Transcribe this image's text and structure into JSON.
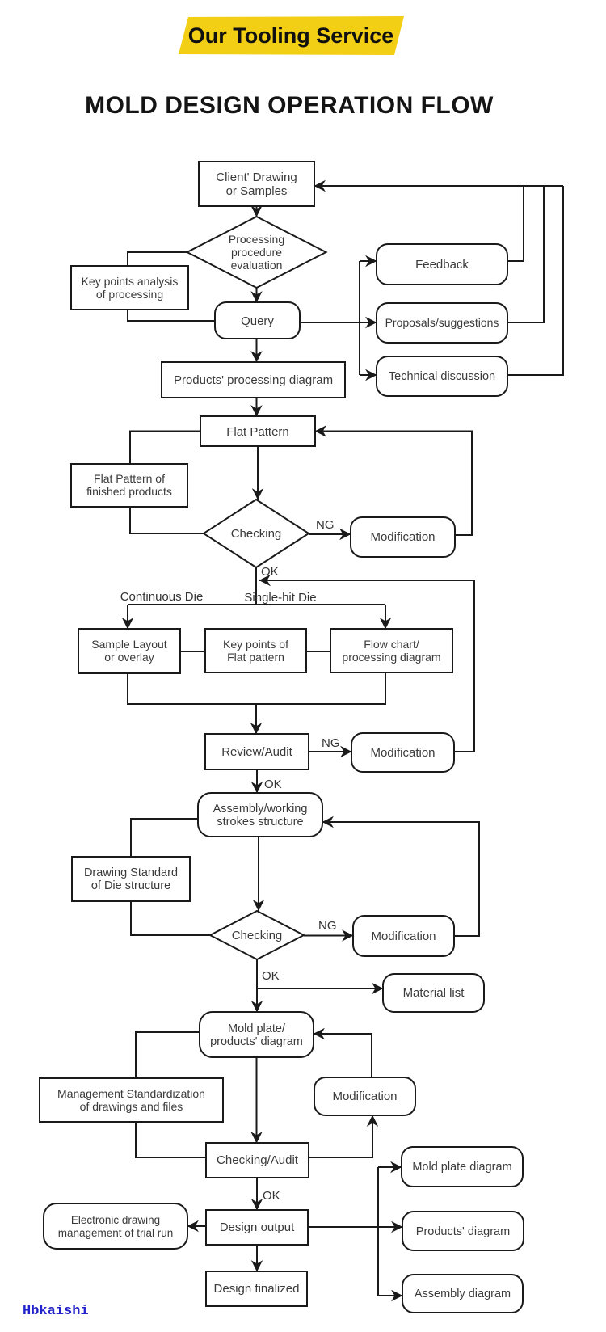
{
  "header": {
    "badge": "Our Tooling Service",
    "badge_bg": "#f2ce15",
    "title": "MOLD DESIGN OPERATION FLOW",
    "brand": "Hbkaishi",
    "brand_color": "#2323cb"
  },
  "nodes": {
    "client": {
      "lines": [
        "Client' Drawing",
        "or Samples"
      ]
    },
    "process_eval": {
      "lines": [
        "Processing",
        "procedure",
        "evaluation"
      ]
    },
    "key_points_analysis": {
      "lines": [
        "Key points analysis",
        "of processing"
      ]
    },
    "query": {
      "label": "Query"
    },
    "feedback": {
      "label": "Feedback"
    },
    "proposals": {
      "label": "Proposals/suggestions"
    },
    "technical": {
      "label": "Technical discussion"
    },
    "products_processing": {
      "label": "Products' processing diagram"
    },
    "flat_pattern": {
      "label": "Flat Pattern"
    },
    "flat_pattern_finished": {
      "lines": [
        "Flat Pattern of",
        "finished products"
      ]
    },
    "checking1": {
      "label": "Checking"
    },
    "modification1": {
      "label": "Modification"
    },
    "sample_layout": {
      "lines": [
        "Sample Layout",
        "or overlay"
      ]
    },
    "key_points_flat": {
      "lines": [
        "Key points of",
        "Flat pattern"
      ]
    },
    "flow_chart": {
      "lines": [
        "Flow chart/",
        "processing diagram"
      ]
    },
    "review_audit": {
      "label": "Review/Audit"
    },
    "modification2": {
      "label": "Modification"
    },
    "assembly": {
      "lines": [
        "Assembly/working",
        "strokes structure"
      ]
    },
    "drawing_standard": {
      "lines": [
        "Drawing Standard",
        "of Die structure"
      ]
    },
    "checking2": {
      "label": "Checking"
    },
    "modification3": {
      "label": "Modification"
    },
    "material_list": {
      "label": "Material list"
    },
    "mold_plate": {
      "lines": [
        "Mold plate/",
        "products' diagram"
      ]
    },
    "management": {
      "lines": [
        "Management Standardization",
        "of drawings and files"
      ]
    },
    "modification4": {
      "label": "Modification"
    },
    "checking_audit": {
      "label": "Checking/Audit"
    },
    "design_output": {
      "label": "Design output"
    },
    "electronic": {
      "lines": [
        "Electronic drawing",
        "management of trial run"
      ]
    },
    "design_finalized": {
      "label": "Design finalized"
    },
    "mold_plate_diagram": {
      "label": "Mold plate diagram"
    },
    "products_diagram": {
      "label": "Products' diagram"
    },
    "assembly_diagram": {
      "label": "Assembly diagram"
    }
  },
  "edge_labels": {
    "ng1": "NG",
    "ng2": "NG",
    "ng3": "NG",
    "ok1": "OK",
    "ok2": "OK",
    "ok3": "OK",
    "ok4": "OK",
    "continuous_die": "Continuous Die",
    "single_hit_die": "Single-hit Die"
  }
}
